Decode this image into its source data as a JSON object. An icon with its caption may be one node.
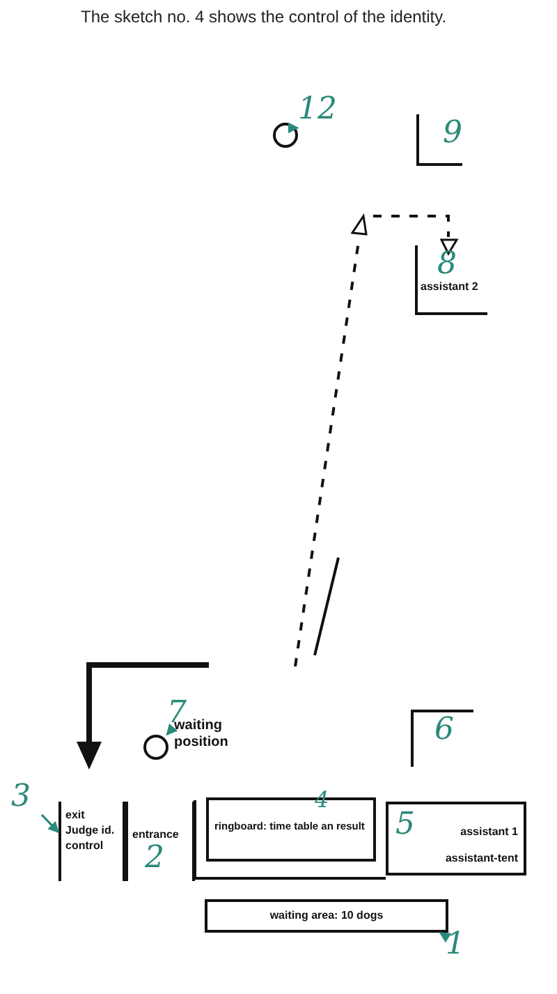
{
  "diagram": {
    "title": "The sketch no. 4 shows the control of the identity.",
    "nodes": [
      {
        "text": [],
        "shape": "circle"
      },
      {
        "text": [
          "12"
        ]
      },
      {
        "text": [
          "assistant 2"
        ]
      },
      {
        "text": [],
        "shape": "circle",
        "beside": [
          "waiting position"
        ]
      },
      {
        "text": [
          "7"
        ]
      },
      {
        "text": [
          "exit Judge id. control"
        ]
      },
      {
        "text": [
          "3"
        ]
      },
      {
        "text": [
          "entrance"
        ]
      },
      {
        "text": [
          "ringboard: time table an result"
        ]
      },
      {
        "text": [
          "assistant 1",
          "assistant-tent"
        ]
      },
      {
        "text": [
          "waiting area: 10 dogs"
        ]
      },
      {
        "text": [
          "1"
        ]
      }
    ],
    "edges": [
      {
        "from": 1,
        "to": 0,
        "arrow": "to"
      },
      {
        "from": 4,
        "to": 3,
        "arrow": "to"
      },
      {
        "from": 6,
        "to": 5,
        "arrow": "to"
      },
      {
        "from": 11,
        "to": 10,
        "arrow": "to"
      }
    ],
    "labels": [
      "9",
      "8",
      "6",
      "4",
      "5",
      "2"
    ]
  }
}
